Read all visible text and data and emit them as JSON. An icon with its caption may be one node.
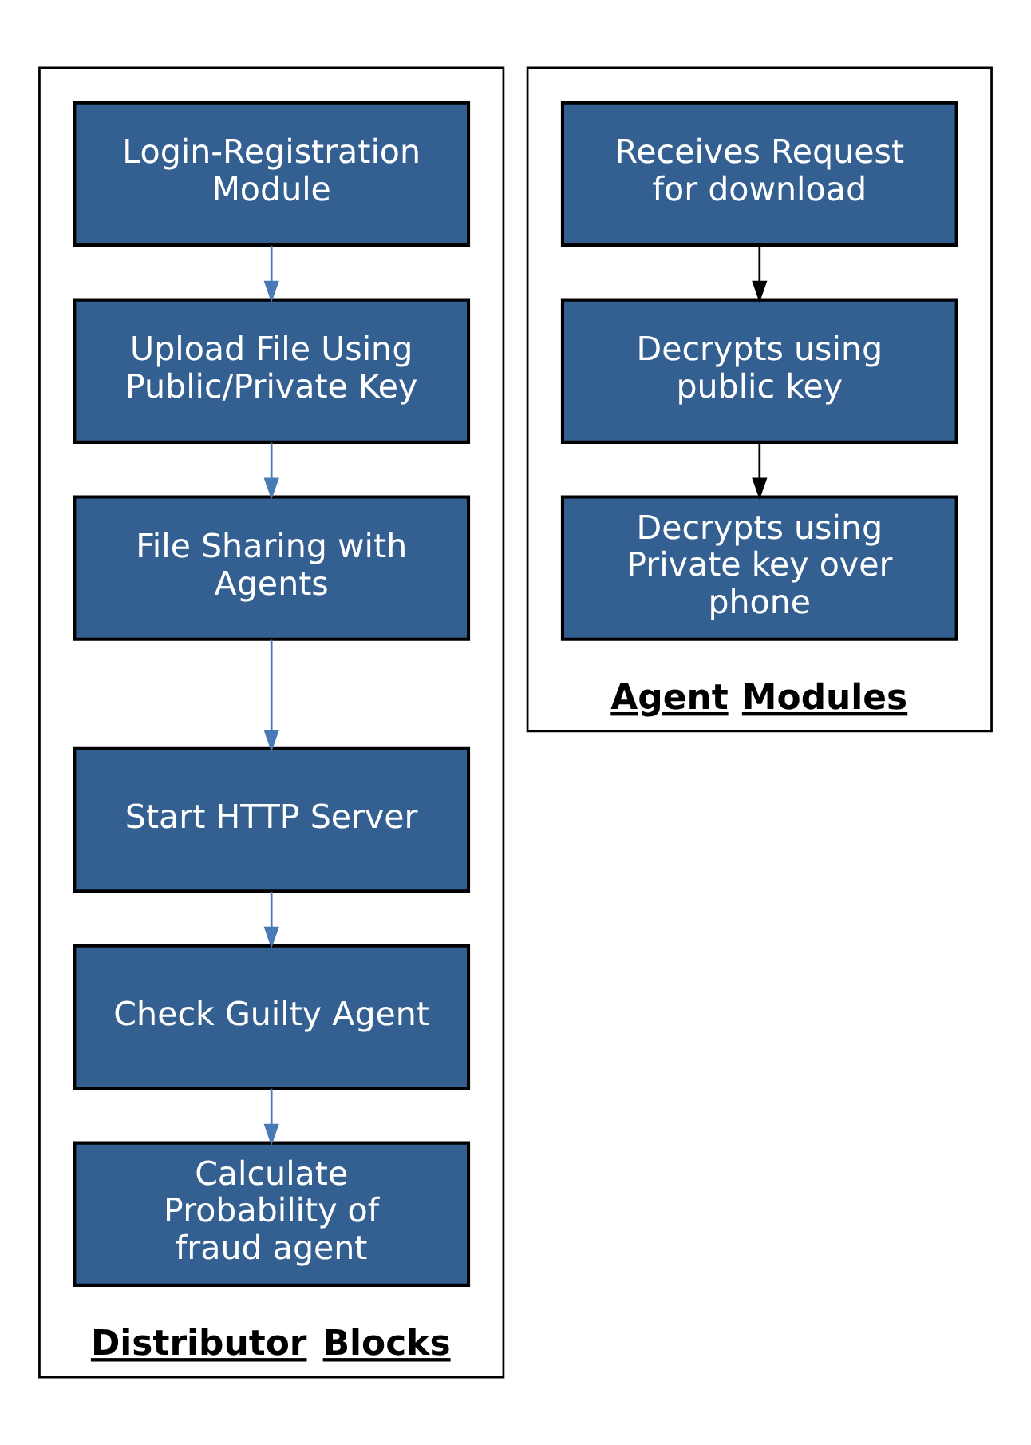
{
  "diagram": {
    "nodes": [
      {
        "text": [
          "Distributor Blocks"
        ]
      },
      {
        "text": [
          "Login-Registration Module"
        ],
        "in": 0
      },
      {
        "text": [
          "Upload File Using Public/Private Key"
        ],
        "in": 0
      },
      {
        "text": [
          "File Sharing with Agents"
        ],
        "in": 0
      },
      {
        "text": [
          "Start HTTP Server"
        ],
        "in": 0
      },
      {
        "text": [
          "Check Guilty Agent"
        ],
        "in": 0
      },
      {
        "text": [
          "Calculate Probability of fraud agent"
        ],
        "in": 0
      },
      {
        "text": [
          "Agent Modules"
        ]
      },
      {
        "text": [
          "Receives Request for download"
        ],
        "in": 7
      },
      {
        "text": [
          "Decrypts using public key"
        ],
        "in": 7
      },
      {
        "text": [
          "Decrypts using Private key over phone"
        ],
        "in": 7
      }
    ],
    "edges": [
      {
        "from": 1,
        "to": 2,
        "arrow": "to"
      },
      {
        "from": 2,
        "to": 3,
        "arrow": "to"
      },
      {
        "from": 3,
        "to": 4,
        "arrow": "to"
      },
      {
        "from": 4,
        "to": 5,
        "arrow": "to"
      },
      {
        "from": 5,
        "to": 6,
        "arrow": "to"
      },
      {
        "from": 8,
        "to": 9,
        "arrow": "to",
        "color": "#000000"
      },
      {
        "from": 9,
        "to": 10,
        "arrow": "to",
        "color": "#000000"
      }
    ]
  }
}
